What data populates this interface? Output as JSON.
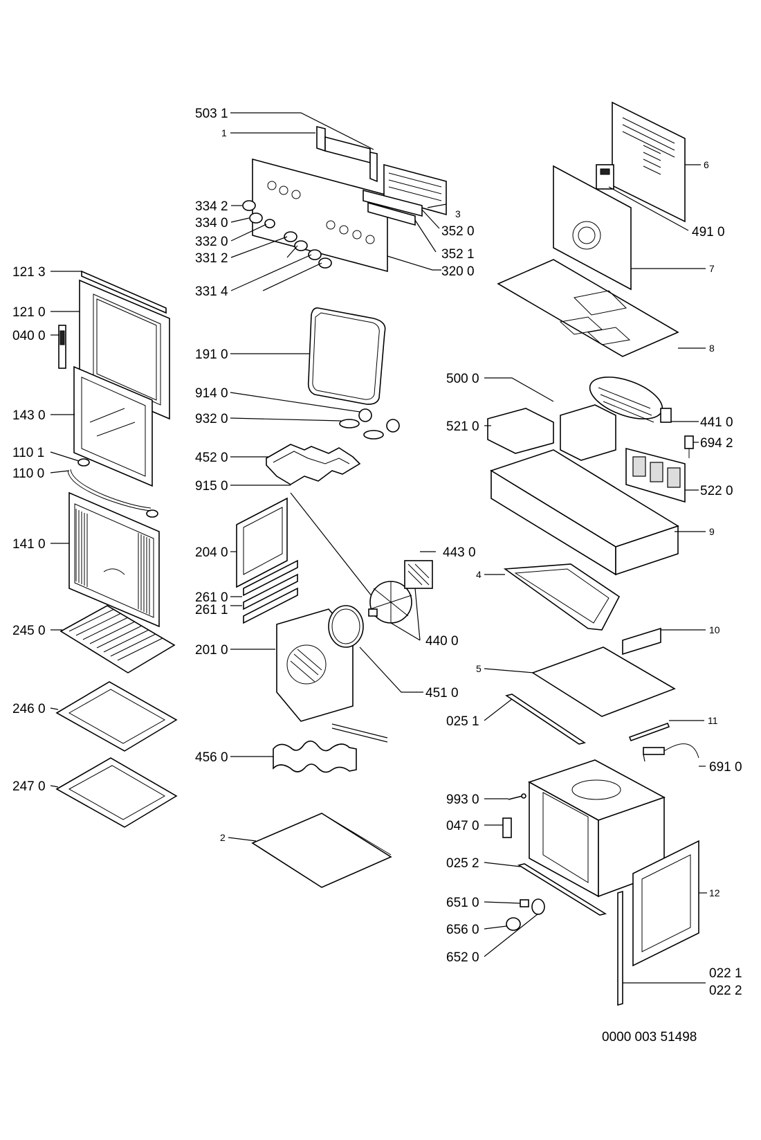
{
  "document_number": "0000 003 51498",
  "parts": {
    "p503_1": "503 1",
    "p1": "1",
    "p334_2": "334 2",
    "p334_0": "334 0",
    "p332_0": "332 0",
    "p331_2": "331 2",
    "p331_4": "331 4",
    "p3": "3",
    "p352_0": "352 0",
    "p352_1": "352 1",
    "p320_0": "320 0",
    "p6": "6",
    "p491_0": "491 0",
    "p7": "7",
    "p8": "8",
    "p121_3": "121 3",
    "p121_0": "121 0",
    "p040_0": "040 0",
    "p143_0": "143 0",
    "p110_1": "110 1",
    "p110_0": "110 0",
    "p141_0": "141 0",
    "p245_0": "245 0",
    "p246_0": "246 0",
    "p247_0": "247 0",
    "p191_0": "191 0",
    "p914_0": "914 0",
    "p932_0": "932 0",
    "p452_0": "452 0",
    "p915_0": "915 0",
    "p204_0": "204 0",
    "p261_0": "261 0",
    "p261_1": "261 1",
    "p201_0": "201 0",
    "p456_0": "456 0",
    "p2": "2",
    "p443_0": "443 0",
    "p440_0": "440 0",
    "p451_0": "451 0",
    "p500_0": "500 0",
    "p521_0": "521 0",
    "p441_0": "441 0",
    "p694_2": "694 2",
    "p522_0": "522 0",
    "p9": "9",
    "p4": "4",
    "p10": "10",
    "p5": "5",
    "p025_1": "025 1",
    "p11": "11",
    "p691_0": "691 0",
    "p993_0": "993 0",
    "p047_0": "047 0",
    "p025_2": "025 2",
    "p651_0": "651 0",
    "p656_0": "656 0",
    "p652_0": "652 0",
    "p12": "12",
    "p022_1": "022 1",
    "p022_2": "022 2"
  }
}
